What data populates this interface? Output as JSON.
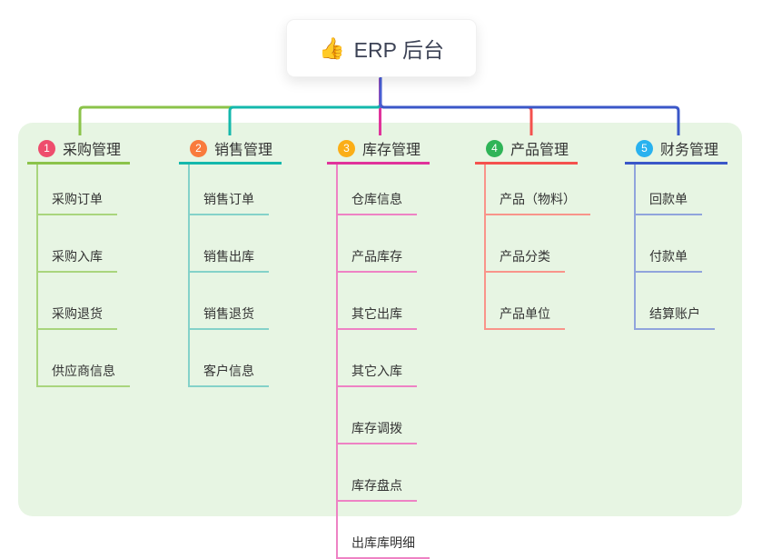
{
  "root": {
    "icon": "👍",
    "label": "ERP 后台"
  },
  "colors": {
    "canvas": "#ffffff",
    "panel": "#e7f5e3",
    "root_stem": "#4a5ed3",
    "title_text": "#333333",
    "root_text": "#3d4356"
  },
  "branches": [
    {
      "badge": "1",
      "label": "采购管理",
      "color": "#8bc34a",
      "light": "#a9d57d",
      "badge_color": "#ee4d6d",
      "children": [
        "采购订单",
        "采购入库",
        "采购退货",
        "供应商信息"
      ]
    },
    {
      "badge": "2",
      "label": "销售管理",
      "color": "#14b8ac",
      "light": "#84d2c9",
      "badge_color": "#f97b3d",
      "children": [
        "销售订单",
        "销售出库",
        "销售退货",
        "客户信息"
      ]
    },
    {
      "badge": "3",
      "label": "库存管理",
      "color": "#e0339b",
      "light": "#ee82c4",
      "badge_color": "#fbae17",
      "children": [
        "仓库信息",
        "产品库存",
        "其它出库",
        "其它入库",
        "库存调拨",
        "库存盘点",
        "出库库明细"
      ]
    },
    {
      "badge": "4",
      "label": "产品管理",
      "color": "#f4514e",
      "light": "#f9948a",
      "badge_color": "#2fb457",
      "children": [
        "产品（物料）",
        "产品分类",
        "产品单位"
      ]
    },
    {
      "badge": "5",
      "label": "财务管理",
      "color": "#3a57c8",
      "light": "#90a4dc",
      "badge_color": "#29b2ef",
      "children": [
        "回款单",
        "付款单",
        "结算账户"
      ]
    }
  ]
}
